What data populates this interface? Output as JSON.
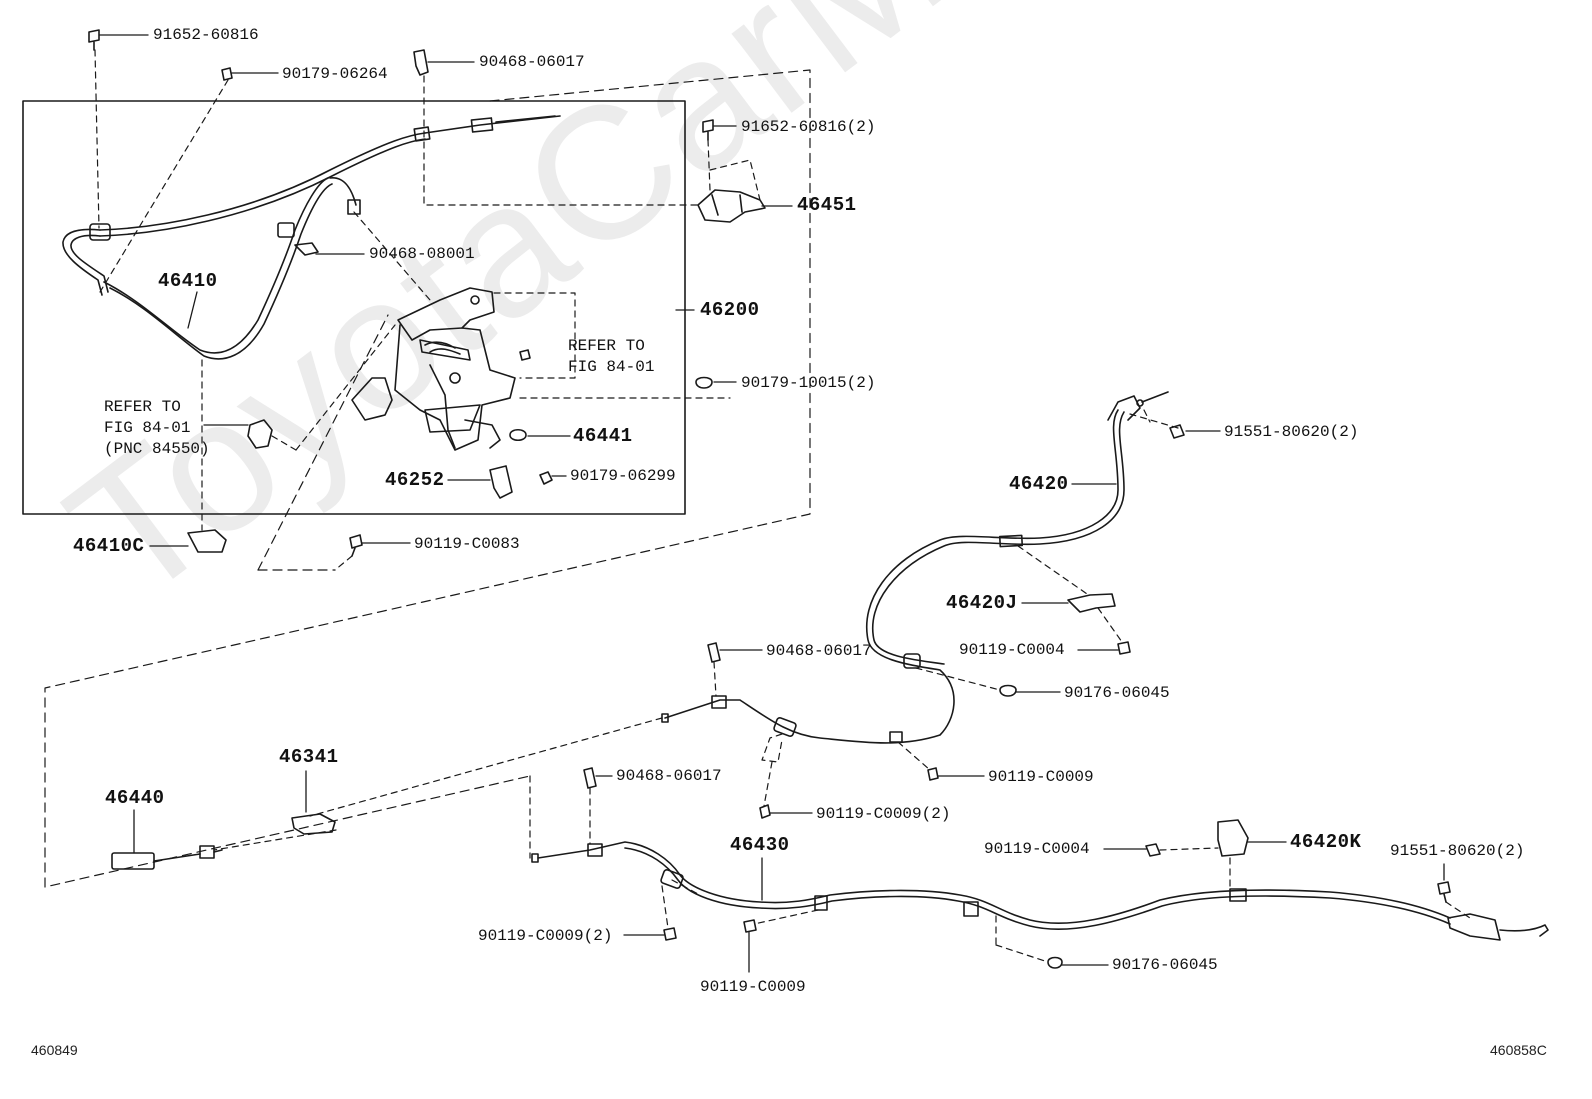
{
  "watermark": "ToyotaCarMine.ru",
  "figure_codes": {
    "left": "460849",
    "right": "460858C"
  },
  "colors": {
    "line": "#1a1a1a",
    "watermark": "#ececec"
  },
  "labels": {
    "p91652_60816": "91652-60816",
    "p90179_06264": "90179-06264",
    "p90468_06017_a": "90468-06017",
    "p91652_60816_2": "91652-60816(2)",
    "p46451": "46451",
    "p90468_08001": "90468-08001",
    "p46410": "46410",
    "p46200": "46200",
    "refer_1": "REFER TO\nFIG 84-01",
    "p90179_10015_2": "90179-10015(2)",
    "refer_2": "REFER TO\nFIG 84-01\n(PNC 84550)",
    "p46441": "46441",
    "p46252": "46252",
    "p90179_06299": "90179-06299",
    "p46410C": "46410C",
    "p90119_C0083": "90119-C0083",
    "p91551_80620_2_a": "91551-80620(2)",
    "p46420": "46420",
    "p46420J": "46420J",
    "p90119_C0004_a": "90119-C0004",
    "p90468_06017_b": "90468-06017",
    "p90176_06045_a": "90176-06045",
    "p90119_C0009_a": "90119-C0009",
    "p90119_C0009_2_a": "90119-C0009(2)",
    "p46341": "46341",
    "p46440": "46440",
    "p90468_06017_c": "90468-06017",
    "p46430": "46430",
    "p90119_C0004_b": "90119-C0004",
    "p46420K": "46420K",
    "p91551_80620_2_b": "91551-80620(2)",
    "p90119_C0009_2_b": "90119-C0009(2)",
    "p90119_C0009_b": "90119-C0009",
    "p90176_06045_b": "90176-06045"
  }
}
